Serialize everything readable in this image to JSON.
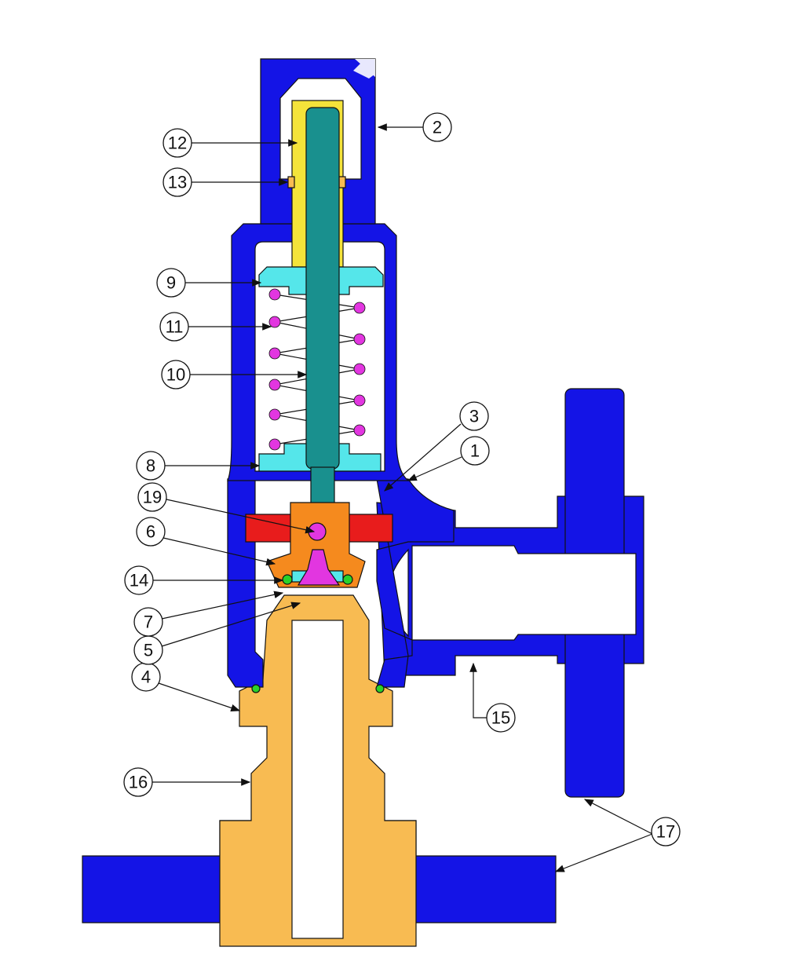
{
  "title": "Safety valve cross-section",
  "colors": {
    "body_blue": "#1414e6",
    "brass": "#f8bb52",
    "spindle": "#19908e",
    "sleeve": "#f4e33a",
    "spring_plate": "#55e6ea",
    "guide_red": "#e81c1c",
    "disc_orange": "#f58a1e",
    "spring_coil": "#e236e0"
  },
  "labels": [
    "1",
    "2",
    "3",
    "4",
    "5",
    "6",
    "7",
    "8",
    "9",
    "10",
    "11",
    "12",
    "13",
    "14",
    "15",
    "16",
    "17",
    "19"
  ]
}
